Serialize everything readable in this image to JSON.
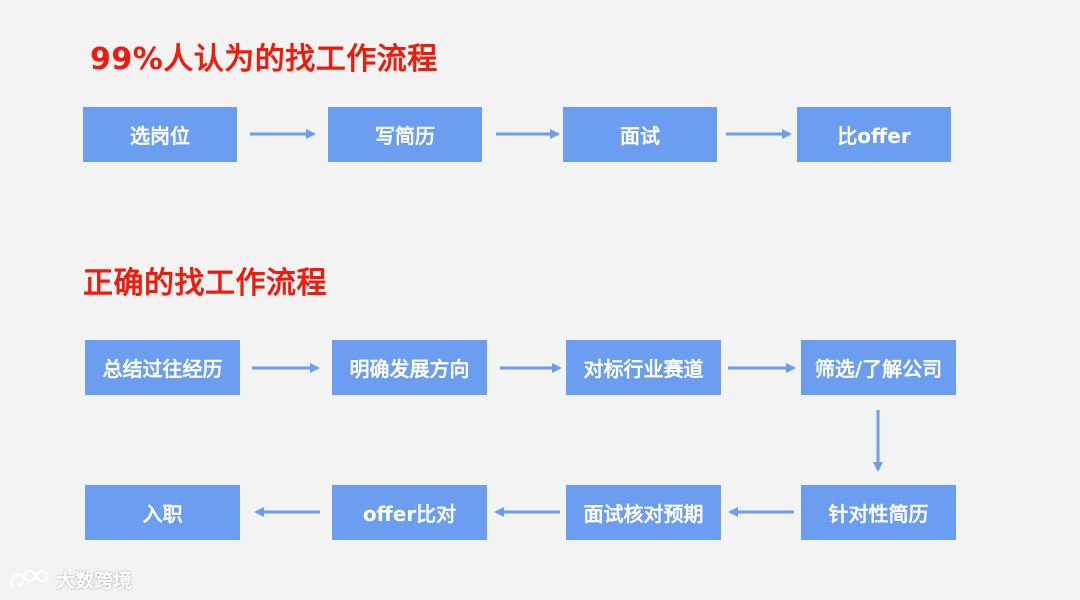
{
  "colors": {
    "heading": "#ee1c0e",
    "box": "#6b9df0",
    "arrow": "#6b9df0",
    "background": "#f3f3f3"
  },
  "section1": {
    "title": "99%人认为的找工作流程",
    "steps": [
      "选岗位",
      "写简历",
      "面试",
      "比offer"
    ]
  },
  "section2": {
    "title": "正确的找工作流程",
    "row1": [
      "总结过往经历",
      "明确发展方向",
      "对标行业赛道",
      "筛选/了解公司"
    ],
    "row2": [
      "针对性简历",
      "面试核对预期",
      "offer比对",
      "入职"
    ]
  },
  "watermark": {
    "text": "大数跨境",
    "icon": "logo-icon"
  }
}
